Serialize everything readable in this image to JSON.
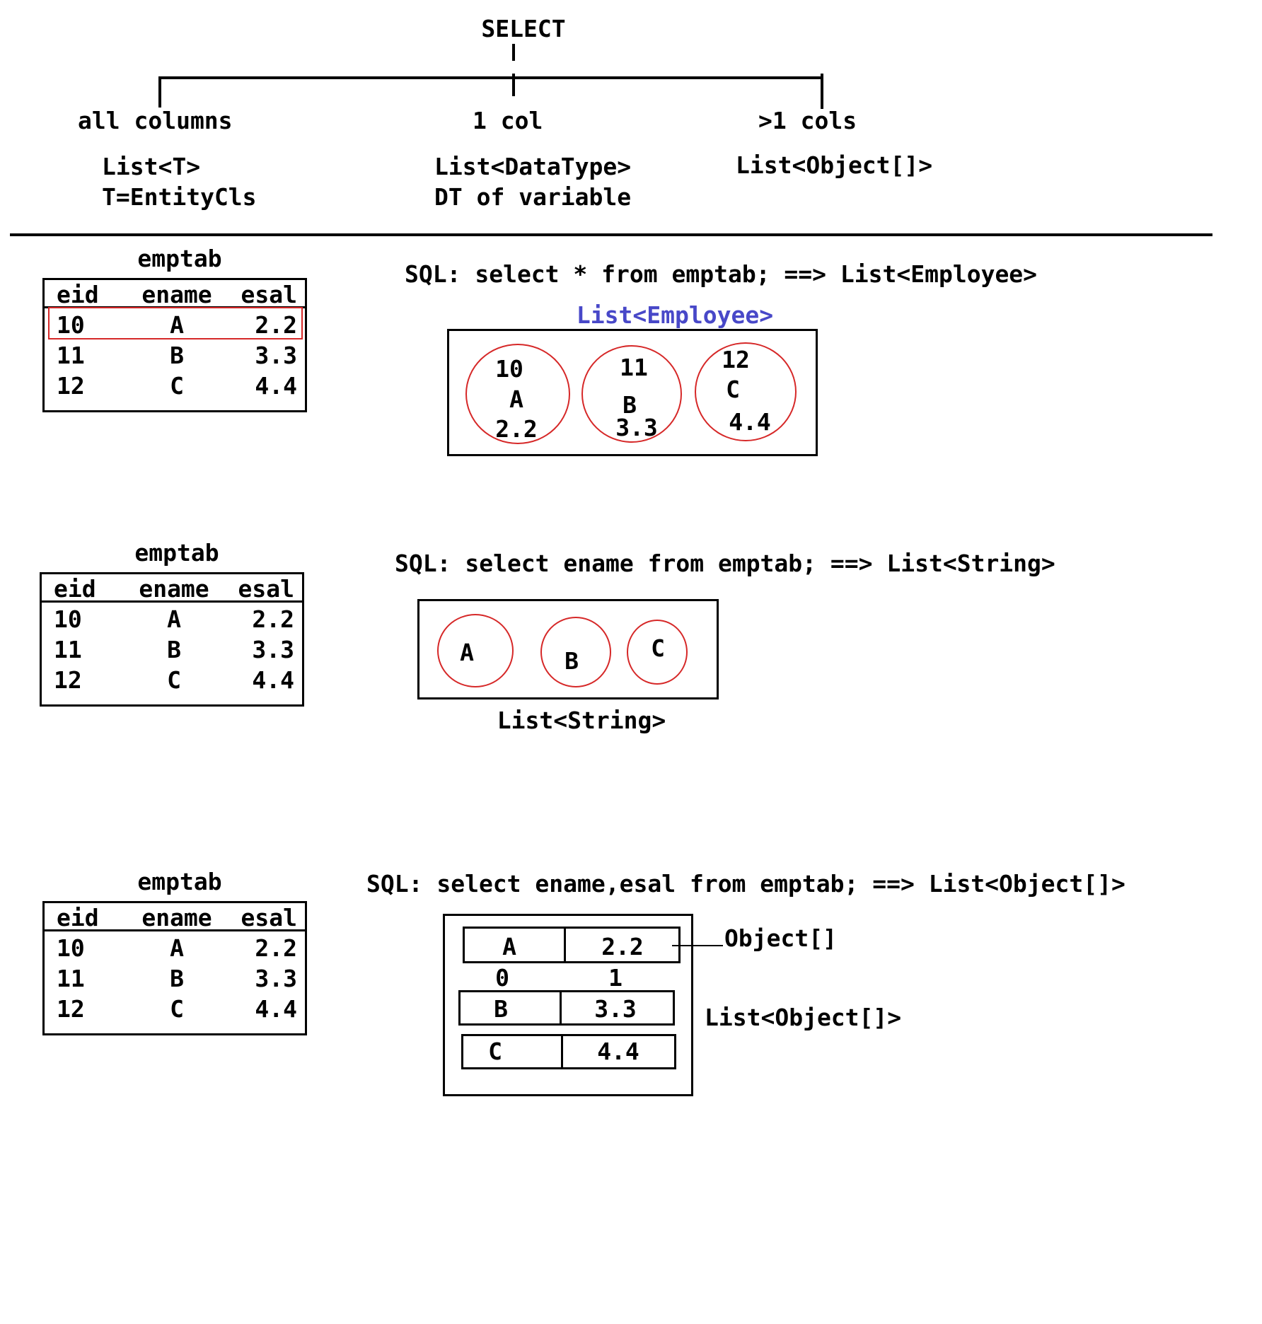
{
  "tree": {
    "root": "SELECT",
    "branches": [
      {
        "label": "all columns",
        "line1": "List<T>",
        "line2": "T=EntityCls"
      },
      {
        "label": "1 col",
        "line1": "List<DataType>",
        "line2": "DT of variable"
      },
      {
        "label": ">1 cols",
        "line1": "List<Object[]>",
        "line2": ""
      }
    ]
  },
  "table": {
    "name": "emptab",
    "headers": [
      "eid",
      "ename",
      "esal"
    ],
    "rows": [
      [
        "10",
        "A",
        "2.2"
      ],
      [
        "11",
        "B",
        "3.3"
      ],
      [
        "12",
        "C",
        "4.4"
      ]
    ]
  },
  "section1": {
    "sql": "SQL: select * from emptab; ==> List<Employee>",
    "list_label": "List<Employee>",
    "objects": [
      [
        "10",
        "A",
        "2.2"
      ],
      [
        "11",
        "B",
        "3.3"
      ],
      [
        "12",
        "C",
        "4.4"
      ]
    ]
  },
  "section2": {
    "sql": "SQL: select ename from emptab; ==> List<String>",
    "items": [
      "A",
      "B",
      "C"
    ],
    "list_label": "List<String>"
  },
  "section3": {
    "sql": "SQL: select ename,esal from emptab; ==> List<Object[]>",
    "rows": [
      [
        "A",
        "2.2"
      ],
      [
        "B",
        "3.3"
      ],
      [
        "C",
        "4.4"
      ]
    ],
    "indexes": [
      "0",
      "1"
    ],
    "array_label": "Object[]",
    "list_label": "List<Object[]>"
  },
  "colors": {
    "red": "#d62828",
    "blue": "#4848c8"
  }
}
